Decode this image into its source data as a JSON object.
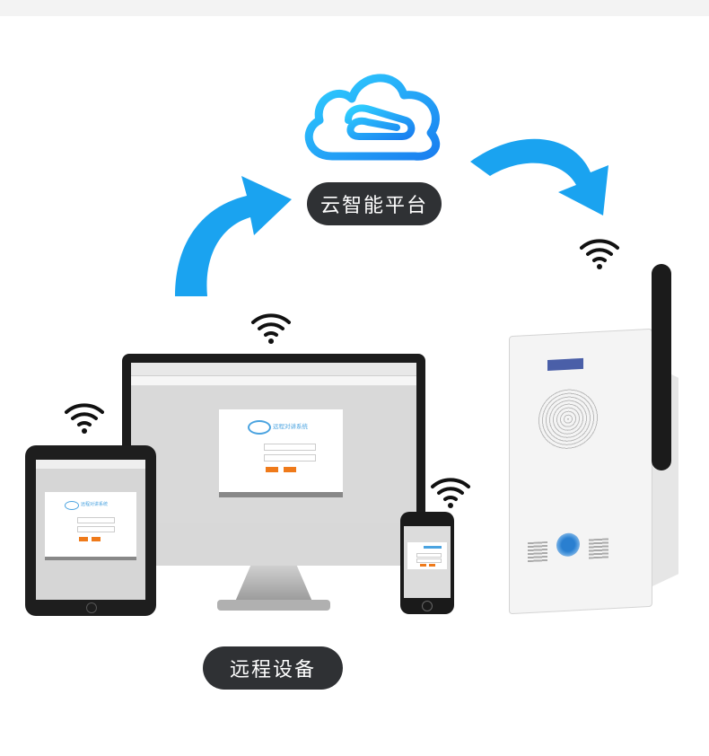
{
  "labels": {
    "cloud_platform": "云智能平台",
    "remote_devices": "远程设备"
  },
  "screens": {
    "system_name": "远程对讲系统",
    "tablet_system_name": "远程对讲系统"
  },
  "colors": {
    "accent_blue": "#1aa3f0",
    "pill_bg": "#2f3134",
    "login_orange": "#ef7a1a"
  },
  "icons": [
    "cloud-icon",
    "wifi-icon",
    "arrow-icon"
  ]
}
